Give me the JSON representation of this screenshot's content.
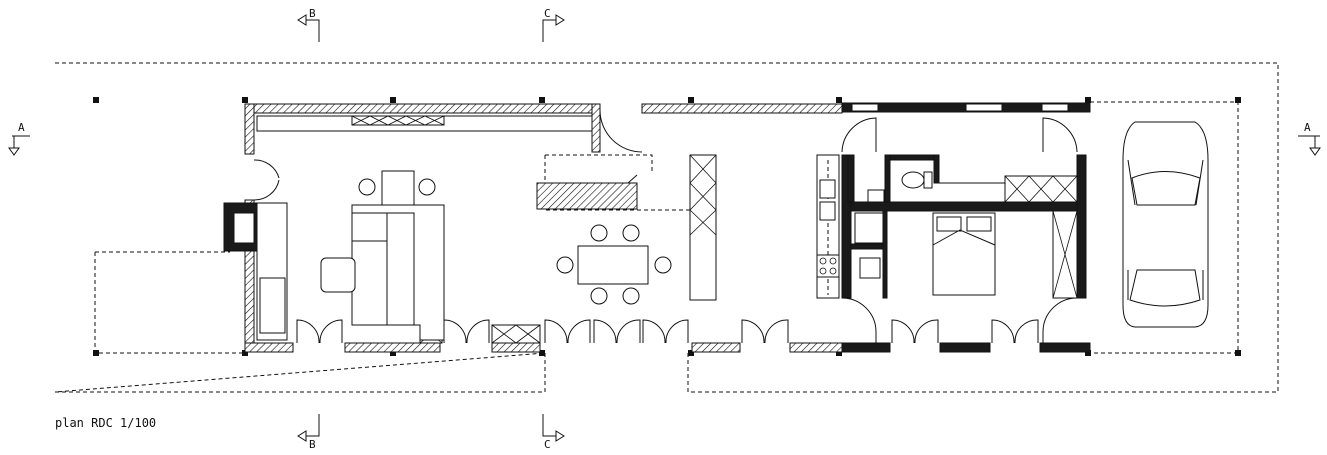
{
  "caption": "plan RDC 1/100",
  "section_markers": {
    "A_left": "A",
    "A_right": "A",
    "B_top": "B",
    "B_bottom": "B",
    "C_top": "C",
    "C_bottom": "C"
  }
}
